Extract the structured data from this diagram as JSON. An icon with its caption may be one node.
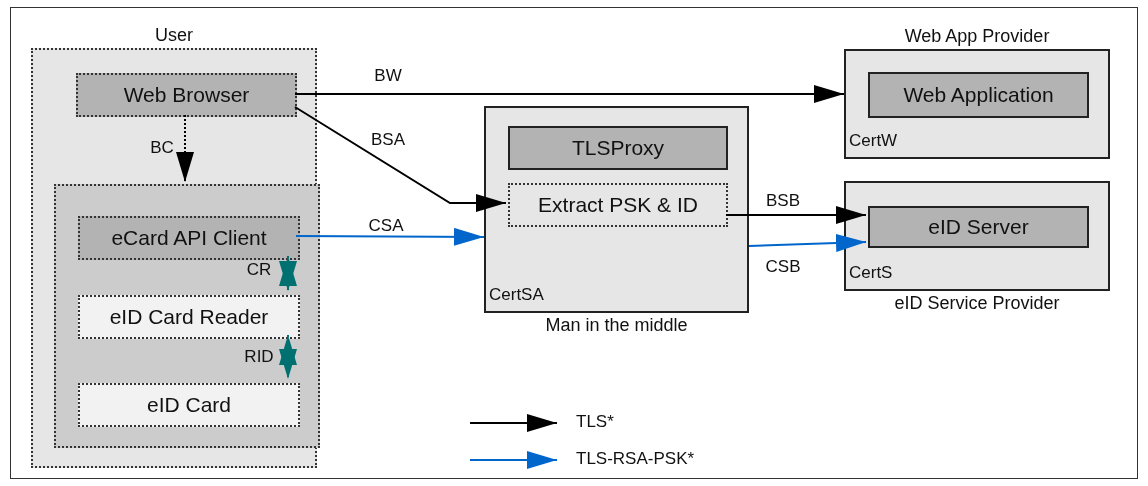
{
  "diagram": {
    "nodes": [
      {
        "text": [
          "User"
        ]
      },
      {
        "text": [
          "Web Browser"
        ],
        "in": 0
      },
      {
        "text": [],
        "shape": "box",
        "in": 0
      },
      {
        "text": [
          "eCard API Client"
        ],
        "in": 2
      },
      {
        "text": [
          "eID Card Reader"
        ],
        "in": 2
      },
      {
        "text": [
          "eID Card"
        ],
        "in": 2
      },
      {
        "text": [
          "Man in the middle",
          "CertSA"
        ]
      },
      {
        "text": [
          "TLSProxy"
        ],
        "in": 6
      },
      {
        "text": [
          "Extract PSK & ID"
        ],
        "in": 6
      },
      {
        "text": [
          "Web App Provider",
          "CertW"
        ]
      },
      {
        "text": [
          "Web Application"
        ],
        "in": 9
      },
      {
        "text": [
          "eID Service Provider",
          "CertS"
        ]
      },
      {
        "text": [
          "eID Server"
        ],
        "in": 11
      }
    ],
    "edges": [
      {
        "from": 1,
        "to": 9,
        "arrow": "to",
        "label": "BW"
      },
      {
        "from": 1,
        "to": 8,
        "arrow": "to",
        "label": "BSA"
      },
      {
        "from": 1,
        "to": 2,
        "arrow": "to",
        "label": "BC",
        "style": "dashed"
      },
      {
        "from": 3,
        "to": 6,
        "arrow": "to",
        "label": "CSA",
        "color": "#0066cc"
      },
      {
        "from": 8,
        "to": 12,
        "arrow": "to",
        "label": "BSB"
      },
      {
        "from": 6,
        "to": 12,
        "arrow": "to",
        "label": "CSB",
        "color": "#0066cc"
      },
      {
        "from": 3,
        "to": 4,
        "arrow": "both",
        "label": "CR",
        "style": "dashed",
        "color": "#007070"
      },
      {
        "from": 4,
        "to": 5,
        "arrow": "both",
        "label": "RID",
        "style": "dashed",
        "color": "#007070"
      }
    ],
    "legend": [
      {
        "text": "TLS*"
      },
      {
        "text": "TLS-RSA-PSK*"
      }
    ]
  }
}
